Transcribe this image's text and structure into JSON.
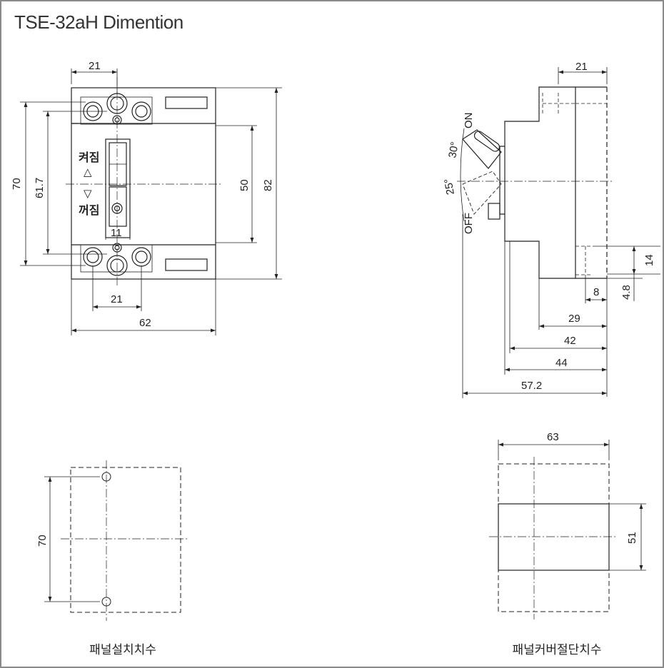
{
  "title": "TSE-32aH Dimention",
  "front_view": {
    "labels": {
      "on": "켜짐",
      "off": "꺼짐",
      "on_arrow": "△",
      "off_arrow": "▽"
    },
    "dims": {
      "top_width": "21",
      "height_70": "70",
      "height_61_7": "61.7",
      "height_50": "50",
      "height_82": "82",
      "handle_11": "11",
      "bottom_21": "21",
      "width_62": "62"
    }
  },
  "side_view": {
    "labels": {
      "on": "ON",
      "off": "OFF",
      "angle_30": "30°",
      "angle_25": "25°"
    },
    "dims": {
      "top_21": "21",
      "d14": "14",
      "d8": "8",
      "d4_8": "4.8",
      "d29": "29",
      "d42": "42",
      "d44": "44",
      "d57_2": "57.2"
    }
  },
  "panel_mount": {
    "dim_70": "70",
    "caption": "패널설치치수"
  },
  "panel_cutout": {
    "dim_63": "63",
    "dim_51": "51",
    "caption": "패널커버절단치수"
  }
}
